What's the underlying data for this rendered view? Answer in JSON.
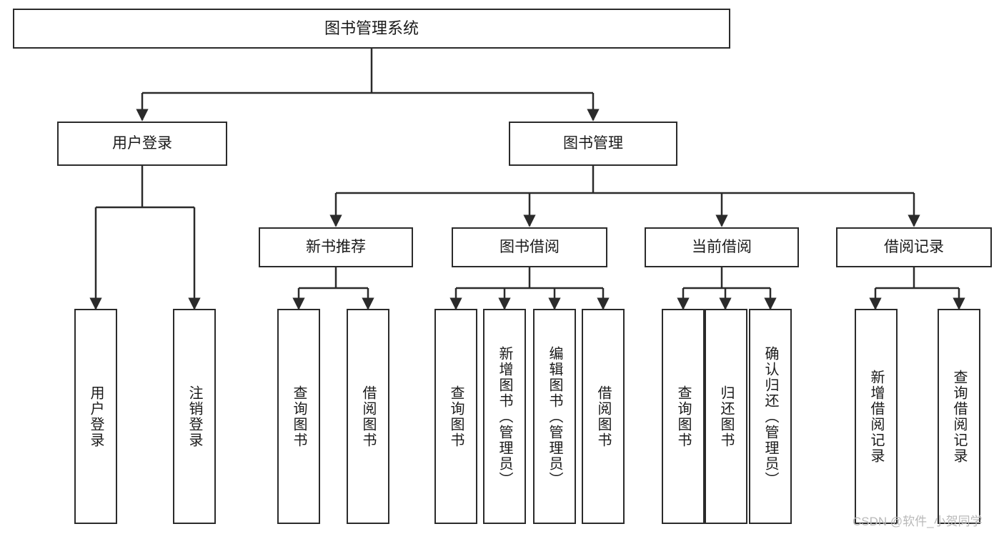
{
  "diagram": {
    "title": "图书管理系统",
    "type": "hierarchy-tree",
    "levels": 4,
    "nodes": {
      "root": {
        "label": "图书管理系统"
      },
      "level2": [
        {
          "id": "user-login",
          "label": "用户登录"
        },
        {
          "id": "book-management",
          "label": "图书管理"
        }
      ],
      "level3": [
        {
          "id": "new-book-recommend",
          "label": "新书推荐",
          "parent": "book-management"
        },
        {
          "id": "book-borrow",
          "label": "图书借阅",
          "parent": "book-management"
        },
        {
          "id": "current-borrow",
          "label": "当前借阅",
          "parent": "book-management"
        },
        {
          "id": "borrow-record",
          "label": "借阅记录",
          "parent": "book-management"
        }
      ],
      "leaves": [
        {
          "id": "leaf-user-login",
          "label": "用户登录",
          "parent": "user-login"
        },
        {
          "id": "leaf-logout-login",
          "label": "注销登录",
          "parent": "user-login"
        },
        {
          "id": "leaf-query-book-1",
          "label": "查询图书",
          "parent": "new-book-recommend"
        },
        {
          "id": "leaf-borrow-book-1",
          "label": "借阅图书",
          "parent": "new-book-recommend"
        },
        {
          "id": "leaf-query-book-2",
          "label": "查询图书",
          "parent": "book-borrow"
        },
        {
          "id": "leaf-add-book",
          "label": "新增图书（管理员）",
          "parent": "book-borrow"
        },
        {
          "id": "leaf-edit-book",
          "label": "编辑图书（管理员）",
          "parent": "book-borrow"
        },
        {
          "id": "leaf-borrow-book-2",
          "label": "借阅图书",
          "parent": "book-borrow"
        },
        {
          "id": "leaf-query-book-3",
          "label": "查询图书",
          "parent": "current-borrow"
        },
        {
          "id": "leaf-return-book",
          "label": "归还图书",
          "parent": "current-borrow"
        },
        {
          "id": "leaf-confirm-return",
          "label": "确认归还（管理员）",
          "parent": "current-borrow"
        },
        {
          "id": "leaf-add-record",
          "label": "新增借阅记录",
          "parent": "borrow-record"
        },
        {
          "id": "leaf-query-record",
          "label": "查询借阅记录",
          "parent": "borrow-record"
        }
      ]
    },
    "watermark": "CSDN @软件_小贺同学",
    "colors": {
      "stroke": "#2b2b2b",
      "fill": "#ffffff",
      "text": "#1a1a1a",
      "watermark": "#b9b9b9"
    }
  }
}
